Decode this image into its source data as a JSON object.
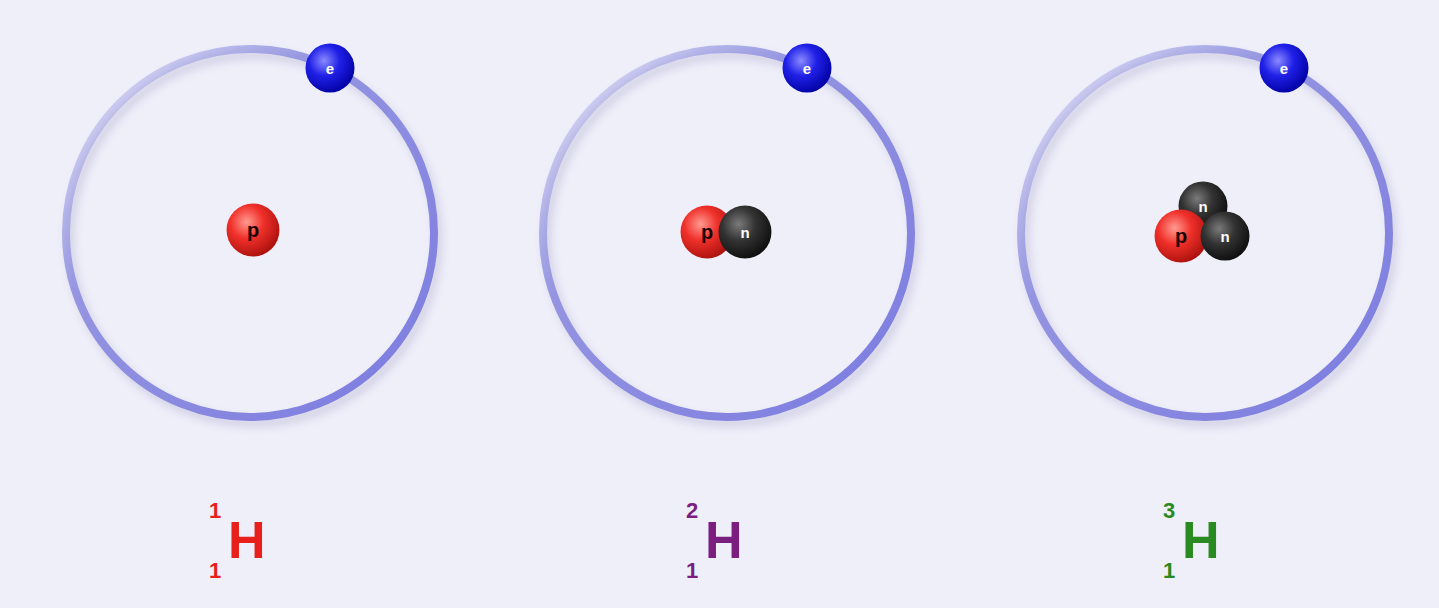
{
  "diagram": {
    "nodes": [
      {
        "text": [
          "e"
        ]
      },
      {
        "text": [
          "p"
        ]
      },
      {
        "text": [
          "e"
        ]
      },
      {
        "text": [
          "p"
        ]
      },
      {
        "text": [
          "n"
        ]
      },
      {
        "text": [
          "e"
        ]
      },
      {
        "text": [
          "n"
        ]
      },
      {
        "text": [
          "p"
        ]
      },
      {
        "text": [
          "n"
        ]
      }
    ],
    "labels": [
      "1",
      "1",
      "H",
      "2",
      "1",
      "H",
      "3",
      "1",
      "H"
    ]
  }
}
